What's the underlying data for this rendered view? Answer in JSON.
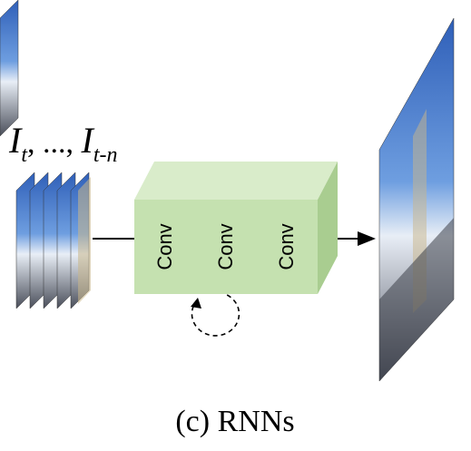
{
  "input_label": {
    "part1_base": "I",
    "part1_sub": "t",
    "separator": ", ..., ",
    "part2_base": "I",
    "part2_sub": "t-n"
  },
  "conv_blocks": [
    {
      "label": "Conv"
    },
    {
      "label": "Conv"
    },
    {
      "label": "Conv"
    }
  ],
  "caption": "(c) RNNs",
  "colors": {
    "block_front": "#c5e1b0",
    "block_top": "#d9ecca",
    "block_side": "#a9cd90",
    "sky": "#3a6fc4",
    "arrow": "#000000"
  },
  "icons": {
    "input_frames": "image-stack-icon",
    "output_frame": "image-frame-icon",
    "recurrent_loop": "loop-arrow-icon"
  }
}
